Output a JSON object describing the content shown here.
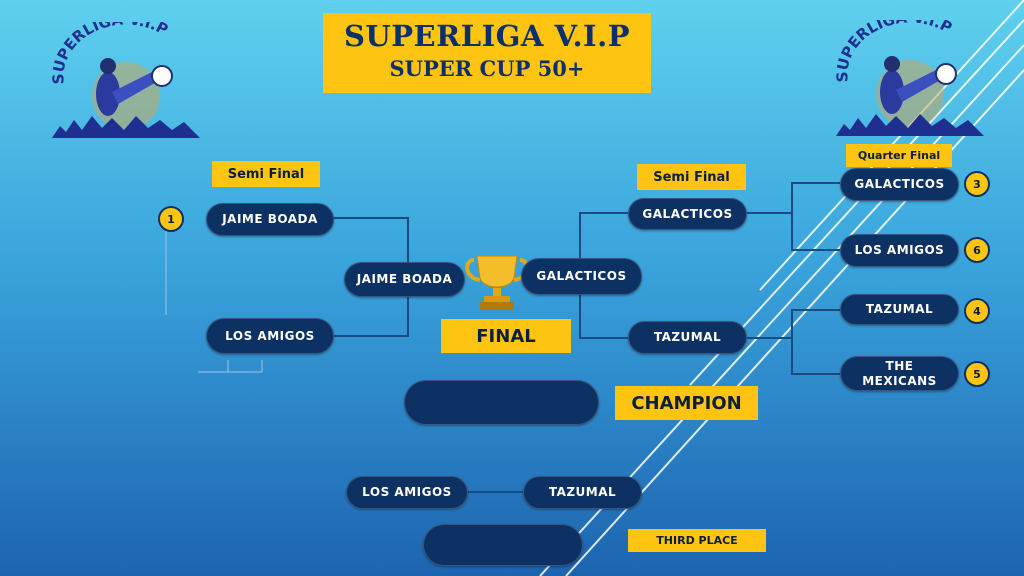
{
  "title": {
    "main": "SUPERLIGA V.I.P",
    "sub": "SUPER CUP 50+"
  },
  "logo": {
    "text": "SUPERLIGA V.I.P"
  },
  "labels": {
    "semi_final_left": "Semi Final",
    "semi_final_right": "Semi Final",
    "quarter_final": "Quarter Final",
    "final": "FINAL",
    "champion": "CHAMPION",
    "third_place": "THIRD PLACE"
  },
  "left_semi": {
    "top_team": "JAIME BOADA",
    "bottom_team": "LOS AMIGOS",
    "seed": "1"
  },
  "final": {
    "left_team": "JAIME BOADA",
    "right_team": "GALACTICOS",
    "champion": ""
  },
  "right_semi": {
    "top_team": "GALACTICOS",
    "bottom_team": "TAZUMAL"
  },
  "quarter_final": [
    {
      "team": "GALACTICOS",
      "seed": "3"
    },
    {
      "team": "LOS AMIGOS",
      "seed": "6"
    },
    {
      "team": "TAZUMAL",
      "seed": "4"
    },
    {
      "team": "THE MEXICANS",
      "seed": "5"
    }
  ],
  "third_place": {
    "team_a": "LOS AMIGOS",
    "team_b": "TAZUMAL",
    "winner": ""
  },
  "colors": {
    "pill": "#0d3163",
    "accent": "#fdc511",
    "line": "#1b4a7e"
  }
}
